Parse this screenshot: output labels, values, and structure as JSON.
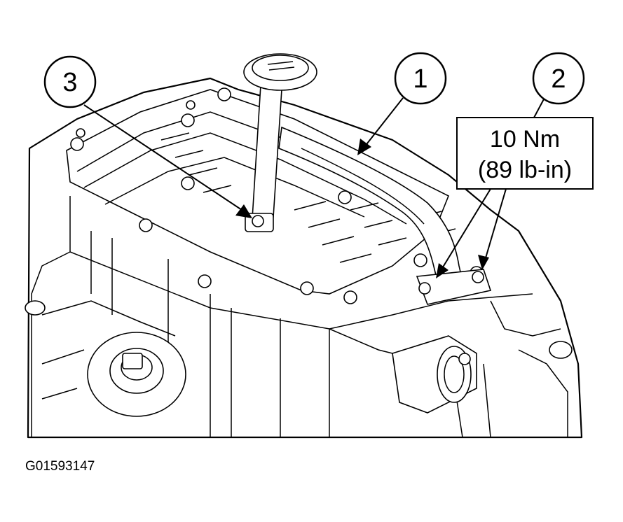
{
  "callouts": [
    {
      "id": "1",
      "label": "1"
    },
    {
      "id": "2",
      "label": "2"
    },
    {
      "id": "3",
      "label": "3"
    }
  ],
  "torque_spec": {
    "value": "10 Nm",
    "imperial": "(89 lb-in)"
  },
  "figure_id": "G01593147",
  "colors": {
    "ink": "#000000",
    "paper": "#ffffff"
  }
}
